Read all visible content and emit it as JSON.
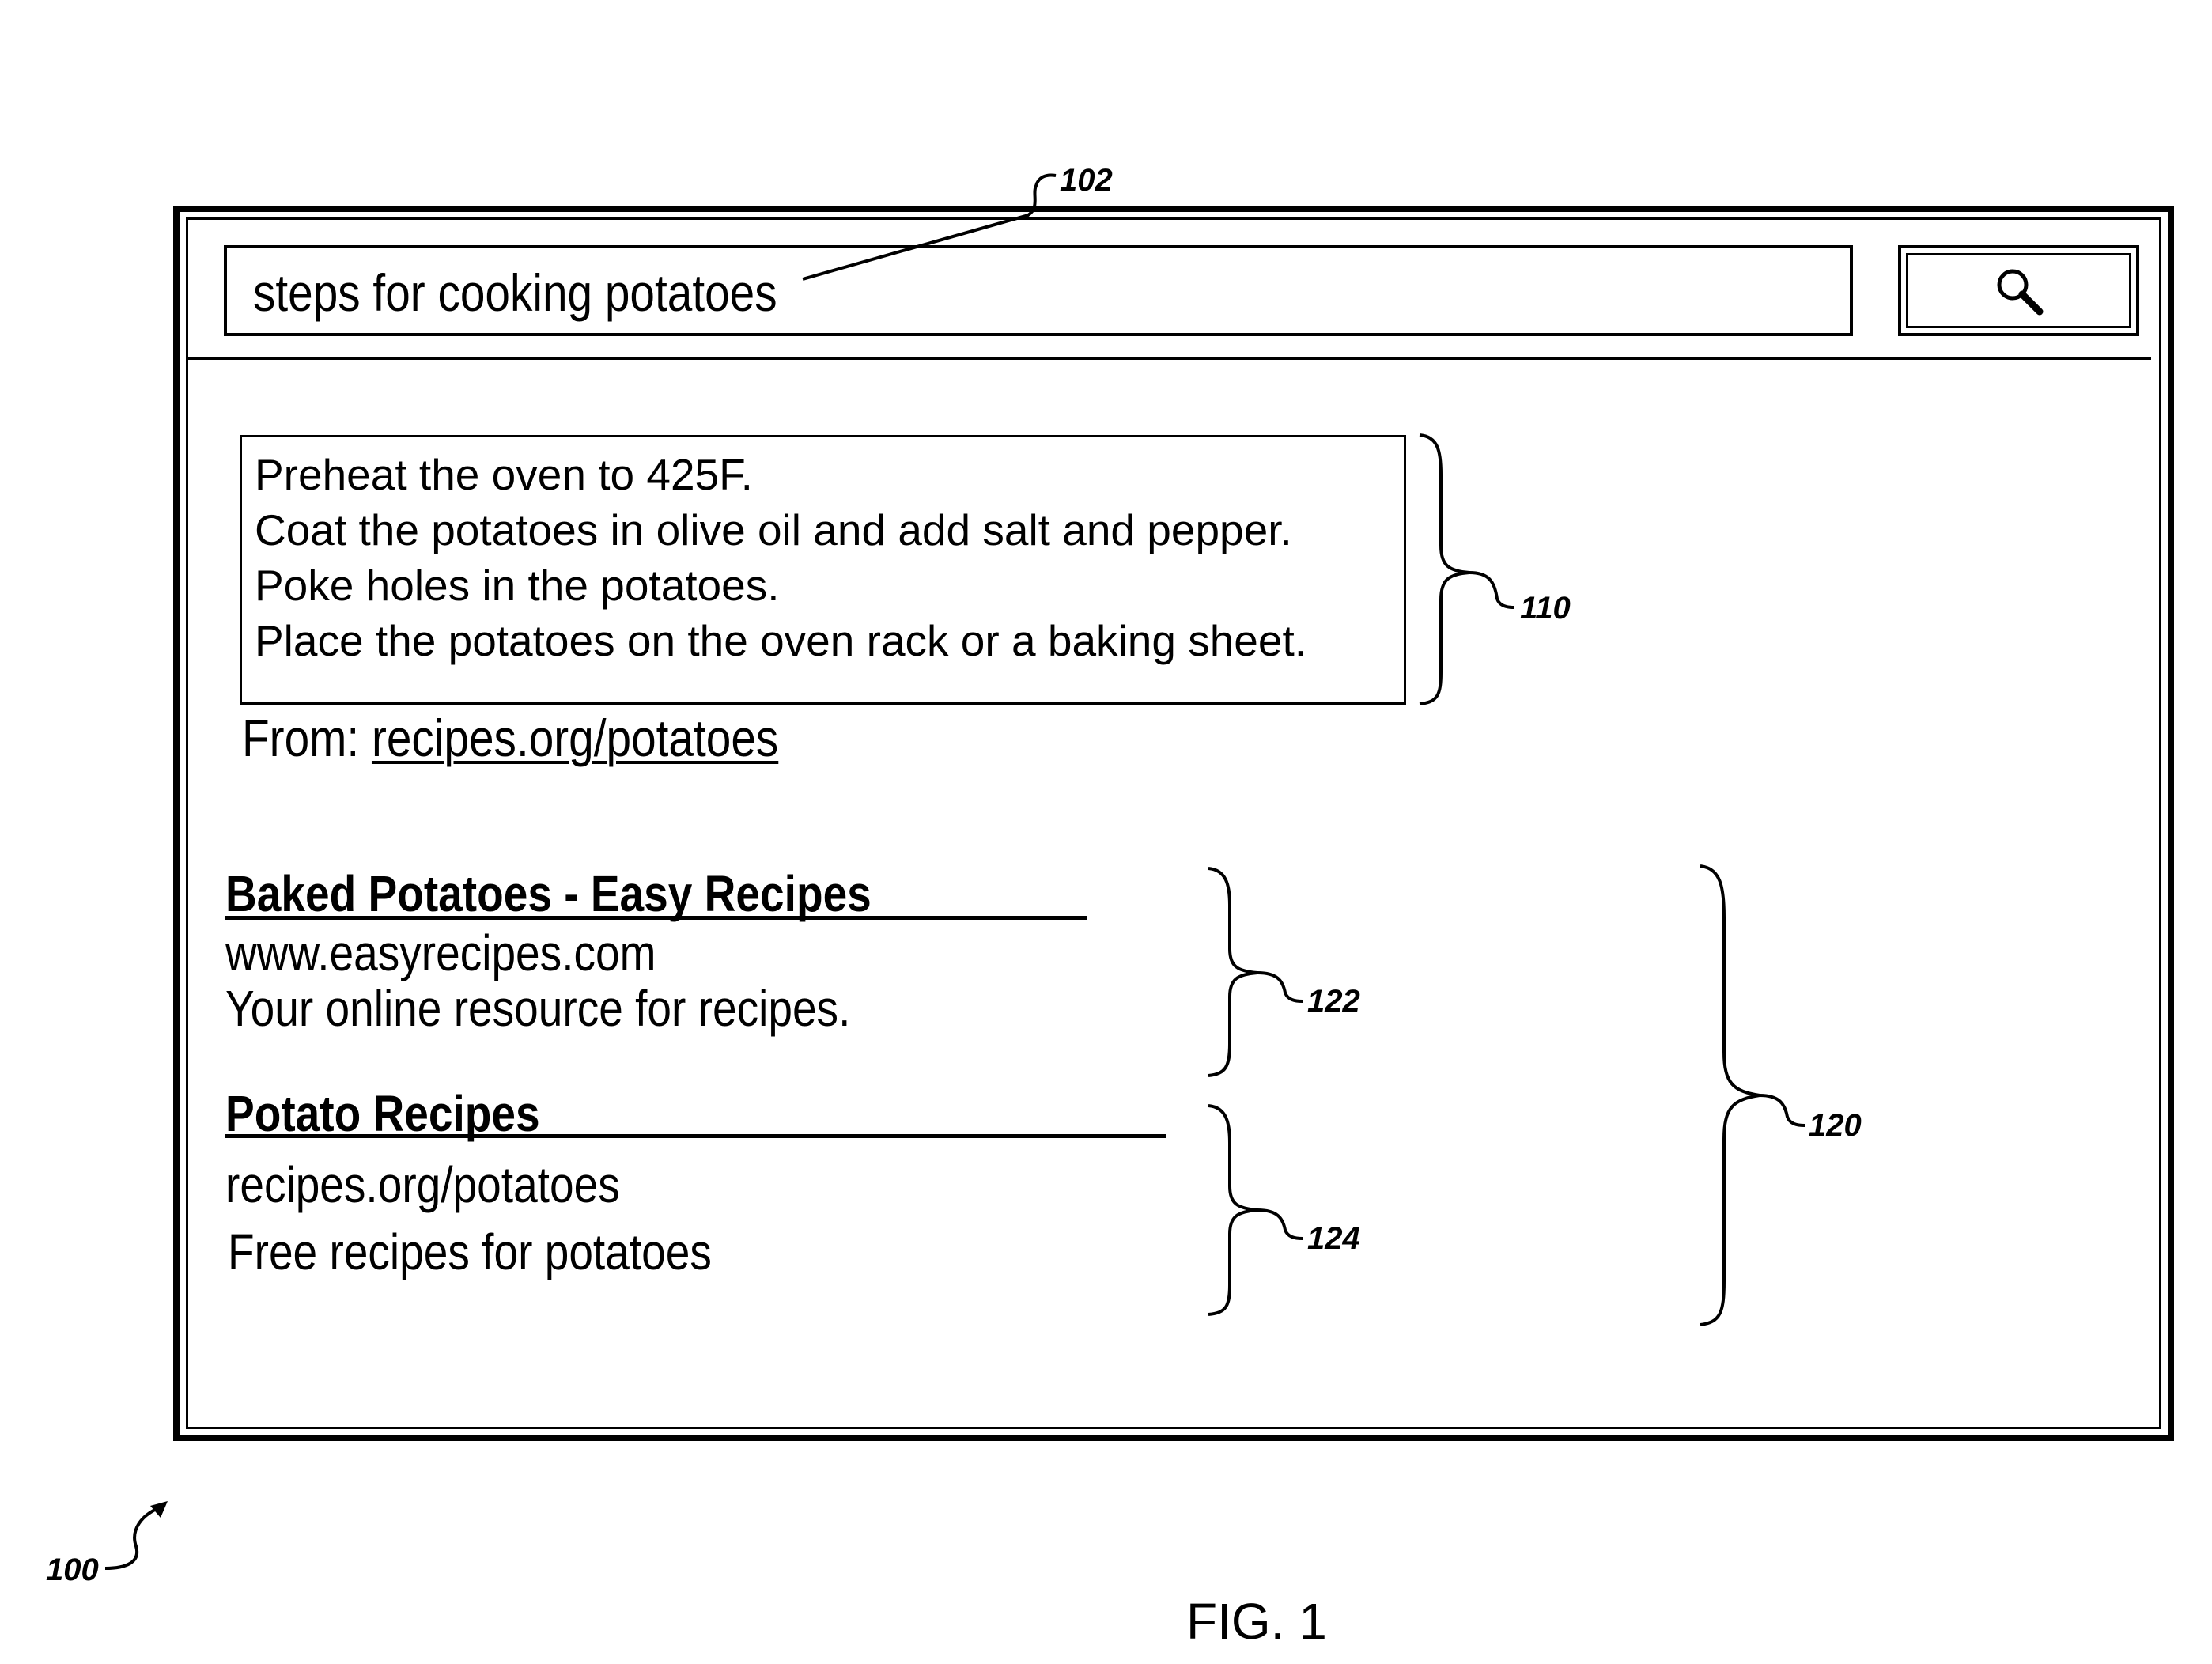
{
  "search": {
    "query": "steps for cooking potatoes",
    "button_icon": "search-icon"
  },
  "answer": {
    "lines": [
      "Preheat the oven to 425F.",
      "Coat the potatoes in olive oil and add salt and pepper.",
      "Poke holes in the potatoes.",
      "Place the potatoes on the oven rack or a baking sheet."
    ],
    "source_prefix": "From: ",
    "source_link": "recipes.org/potatoes"
  },
  "results": [
    {
      "title": "Baked Potatoes  - Easy Recipes",
      "url": "www.easyrecipes.com",
      "snippet": "Your online resource for recipes."
    },
    {
      "title": "Potato Recipes",
      "url": "recipes.org/potatoes",
      "snippet": "Free recipes for potatoes"
    }
  ],
  "refs": {
    "search_field": "102",
    "answer_box": "110",
    "result_1": "122",
    "result_2": "124",
    "results_group": "120",
    "figure_overall": "100"
  },
  "figure_label": "FIG. 1"
}
